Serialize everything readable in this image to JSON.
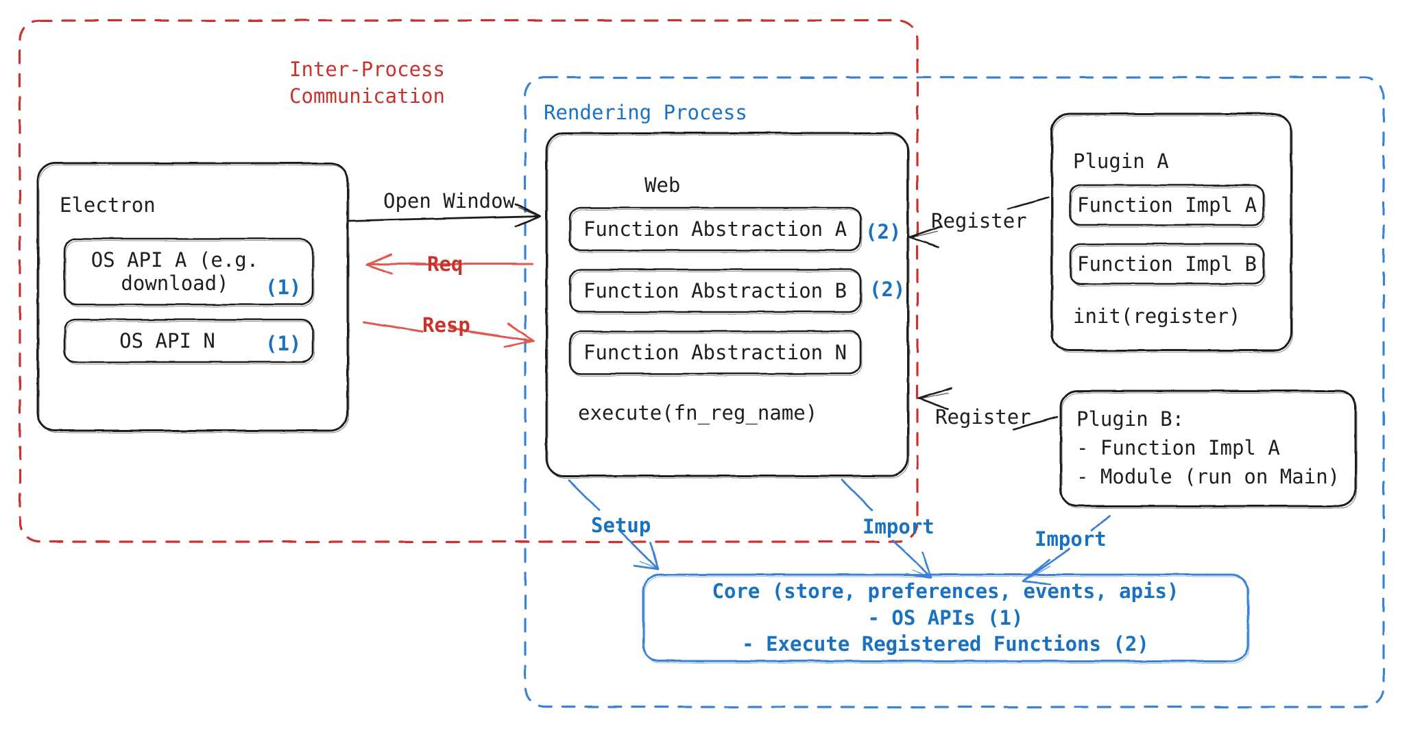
{
  "diagram": {
    "title": "Electron plugin architecture",
    "colors": {
      "ipc_red": "#c9332e",
      "render_blue": "#1971c2",
      "stroke_black": "#1e1e1e"
    },
    "groups": {
      "ipc": {
        "label": "Inter-Process\nCommunication",
        "line1": "Inter-Process",
        "line2": "Communication"
      },
      "rendering": {
        "label": "Rendering Process"
      }
    },
    "electron": {
      "title": "Electron",
      "items": [
        {
          "text": "OS API A (e.g.\ndownload)",
          "line1": "OS API A (e.g.",
          "line2": "download)",
          "marker": "(1)"
        },
        {
          "text": "OS API N",
          "marker": "(1)"
        }
      ]
    },
    "web": {
      "title": "Web",
      "items": [
        {
          "text": "Function Abstraction A",
          "marker": "(2)"
        },
        {
          "text": "Function Abstraction B",
          "marker": "(2)"
        },
        {
          "text": "Function Abstraction N",
          "marker": ""
        }
      ],
      "footer": "execute(fn_reg_name)"
    },
    "plugin_a": {
      "title": "Plugin A",
      "items": [
        {
          "text": "Function Impl A"
        },
        {
          "text": "Function Impl B"
        }
      ],
      "footer": "init(register)"
    },
    "plugin_b": {
      "title": "Plugin B:",
      "lines": [
        "Plugin B:",
        "- Function Impl A",
        "- Module (run on Main)"
      ]
    },
    "core": {
      "lines": [
        "Core (store, preferences, events, apis)",
        "- OS APIs (1)",
        "- Execute Registered Functions (2)"
      ]
    },
    "edges": [
      {
        "name": "open-window",
        "label": "Open Window",
        "color": "#1e1e1e"
      },
      {
        "name": "req",
        "label": "Req",
        "color": "#c9332e"
      },
      {
        "name": "resp",
        "label": "Resp",
        "color": "#c9332e"
      },
      {
        "name": "register-plugin-a",
        "label": "Register",
        "color": "#1e1e1e"
      },
      {
        "name": "register-plugin-b",
        "label": "Register",
        "color": "#1e1e1e"
      },
      {
        "name": "setup",
        "label": "Setup",
        "color": "#1971c2"
      },
      {
        "name": "import-web",
        "label": "Import",
        "color": "#1971c2"
      },
      {
        "name": "import-plugin-b",
        "label": "Import",
        "color": "#1971c2"
      }
    ]
  }
}
